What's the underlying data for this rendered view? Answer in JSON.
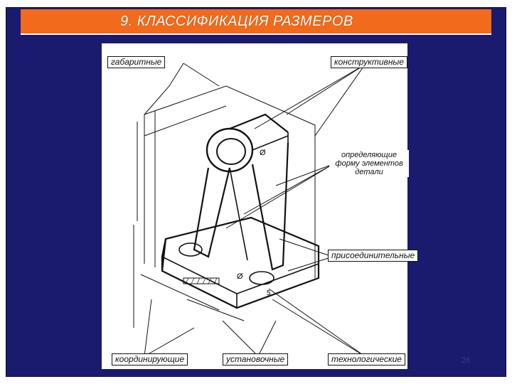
{
  "slide": {
    "title": "9. КЛАССИФИКАЦИЯ РАЗМЕРОВ",
    "page_number": "26",
    "colors": {
      "background": "#1a1a6e",
      "title_bar": "#f26a1b",
      "title_text": "#ffffff"
    }
  },
  "labels": {
    "gabaritnye": "габаритные",
    "konstruktivnye": "конструктивные",
    "opredelyayushchie": "определяющие форму элементов детали",
    "prisoedinitelnye": "присоединительные",
    "koordiniruyushchie": "координирующие",
    "ustanovochnye": "установочные",
    "tekhnologicheskie": "технологические"
  },
  "symbols": {
    "diameter_top": "Ø",
    "diameter_base": "Ø",
    "dim_5": "5"
  }
}
